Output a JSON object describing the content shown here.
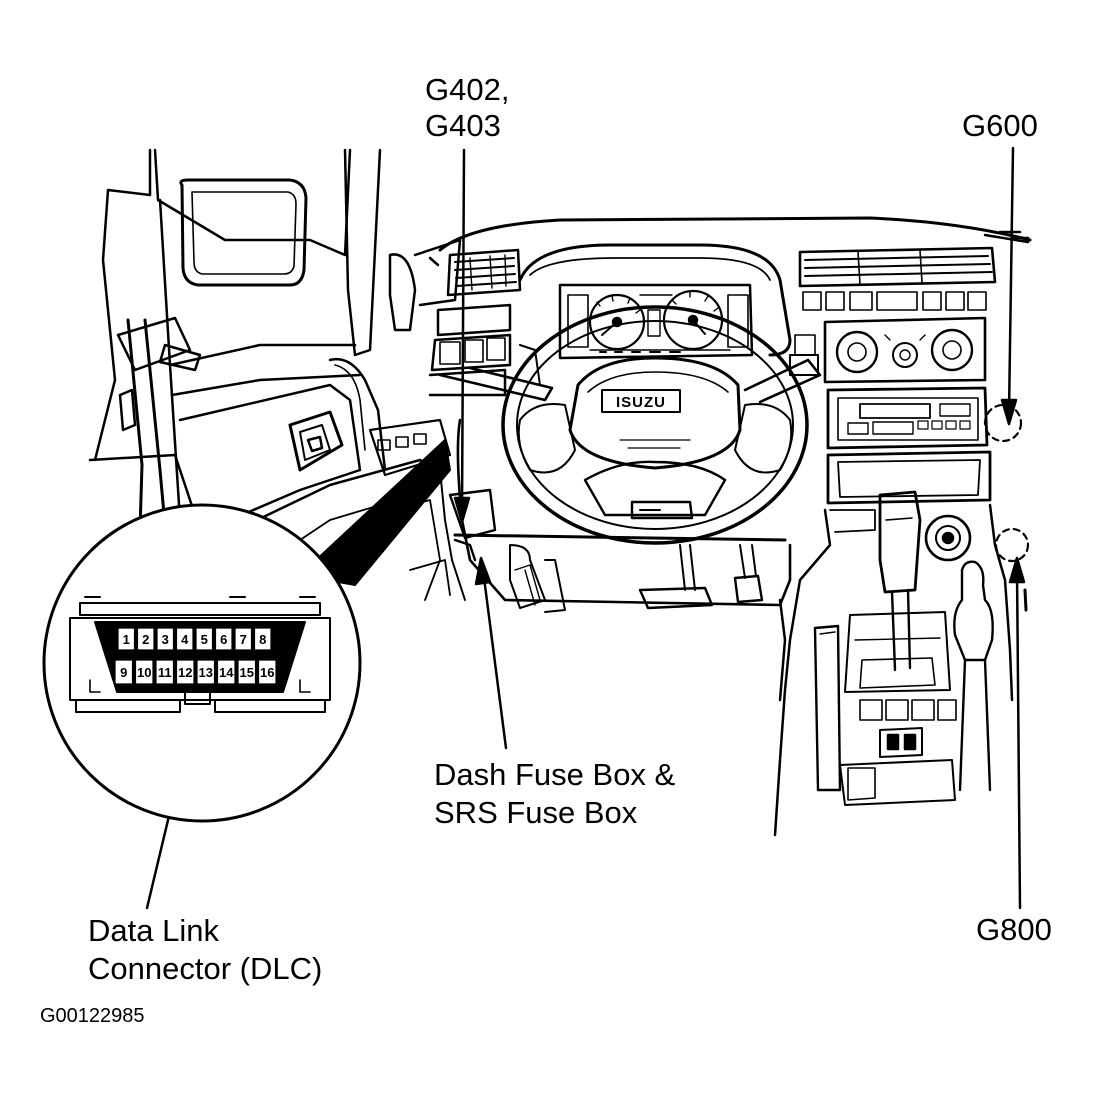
{
  "labels": {
    "ground_g402_line1": "G402,",
    "ground_g402_line2": "G403",
    "ground_g600": "G600",
    "ground_g800": "G800",
    "fuse_line1": "Dash Fuse Box &",
    "fuse_line2": "SRS Fuse Box",
    "dlc_line1": "Data Link",
    "dlc_line2": "Connector (DLC)",
    "figure_id": "G00122985",
    "steering_brand": "ISUZU"
  },
  "dlc_pins_top": [
    "1",
    "2",
    "3",
    "4",
    "5",
    "6",
    "7",
    "8"
  ],
  "dlc_pins_bottom": [
    "9",
    "10",
    "11",
    "12",
    "13",
    "14",
    "15",
    "16"
  ],
  "colors": {
    "ink": "#000000",
    "paper": "#ffffff"
  }
}
